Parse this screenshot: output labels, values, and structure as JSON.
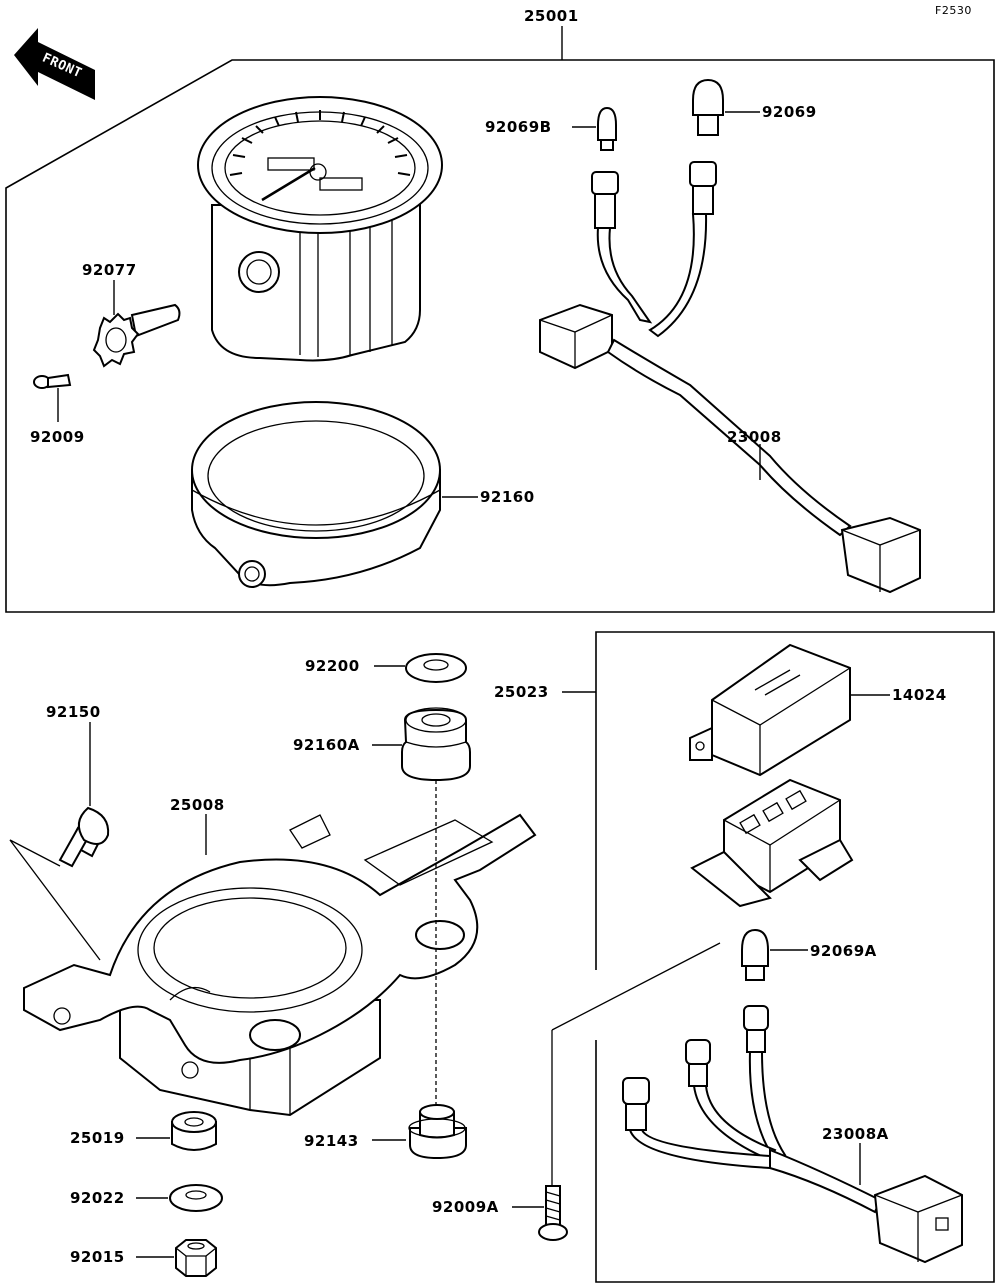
{
  "figure_code": "F2530",
  "front_label": "FRONT",
  "parts": {
    "assembly_meter": "25001",
    "bulb_b": "92069B",
    "bulb": "92069",
    "gear": "92077",
    "screw": "92009",
    "harness": "23008",
    "case_ring": "92160",
    "washer_top": "92200",
    "grommet": "92160A",
    "bolt": "92150",
    "bracket": "25008",
    "sub_assembly": "25023",
    "cover": "14024",
    "bulb_a": "92069A",
    "harness_a": "23008A",
    "collar": "25019",
    "washer": "92022",
    "nut": "92015",
    "spacer": "92143",
    "screw_a": "92009A"
  }
}
